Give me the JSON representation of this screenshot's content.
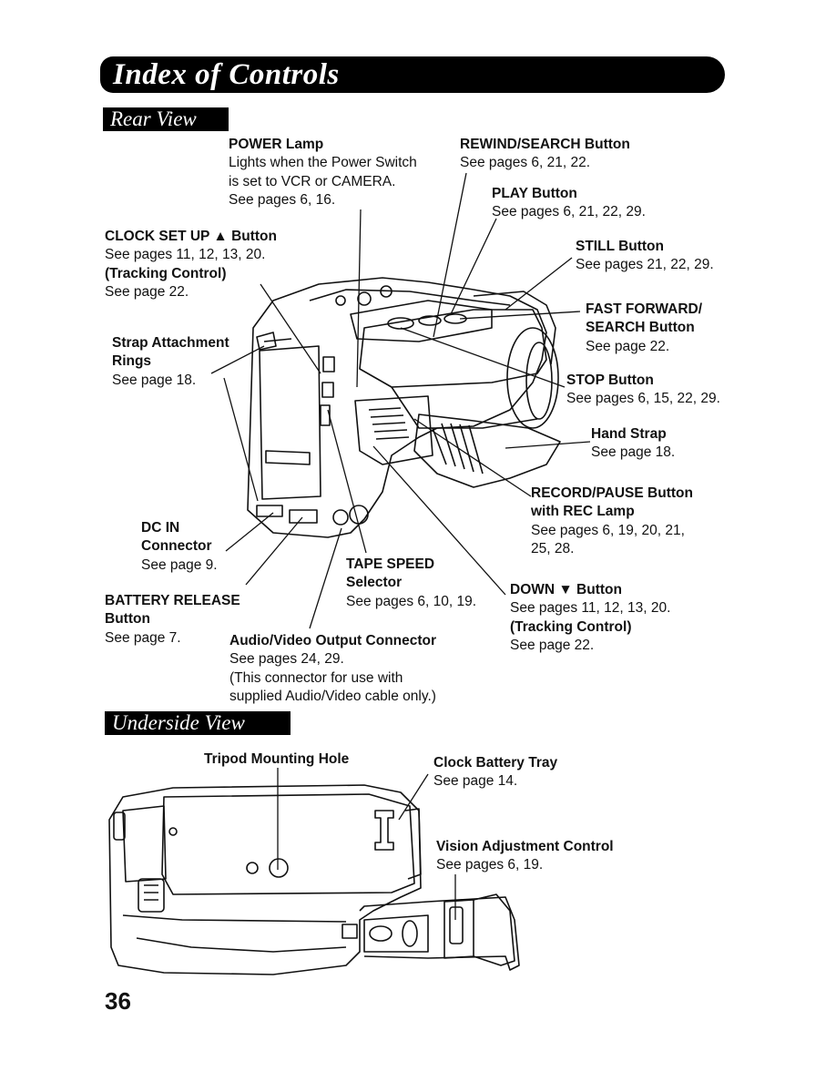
{
  "header": {
    "title": "Index of Controls"
  },
  "sections": {
    "rear": "Rear View",
    "underside": "Underside View"
  },
  "labels": {
    "power_lamp": {
      "title": "POWER Lamp",
      "desc": [
        "Lights when the Power Switch",
        "is set to VCR or CAMERA.",
        "See pages 6, 16."
      ]
    },
    "rewind": {
      "title": "REWIND/SEARCH Button",
      "desc": [
        "See pages 6, 21, 22."
      ]
    },
    "play": {
      "title": "PLAY Button",
      "desc": [
        "See pages 6, 21, 22, 29."
      ]
    },
    "clock_set": {
      "title": "CLOCK SET UP ▲ Button",
      "desc": [
        "See pages 11, 12, 13, 20."
      ],
      "bold2": "(Tracking Control)",
      "desc2": "See page 22."
    },
    "still": {
      "title": "STILL Button",
      "desc": [
        "See pages 21, 22, 29."
      ]
    },
    "ff": {
      "title": [
        "FAST FORWARD/",
        "SEARCH Button"
      ],
      "desc": [
        "See page 22."
      ]
    },
    "strap": {
      "title": [
        "Strap Attachment",
        "Rings"
      ],
      "desc": [
        "See page 18."
      ]
    },
    "stop": {
      "title": "STOP Button",
      "desc": [
        "See pages 6, 15, 22, 29."
      ]
    },
    "hand_strap": {
      "title": "Hand Strap",
      "desc": [
        "See page 18."
      ]
    },
    "record": {
      "title": [
        "RECORD/PAUSE Button",
        "with REC Lamp"
      ],
      "desc": [
        "See pages 6, 19, 20, 21,",
        "25, 28."
      ]
    },
    "dc_in": {
      "title": [
        "DC IN",
        "Connector"
      ],
      "desc": [
        "See page 9."
      ]
    },
    "tape_speed": {
      "title": [
        "TAPE SPEED",
        "Selector"
      ],
      "desc": [
        "See pages 6, 10, 19."
      ]
    },
    "down": {
      "title": "DOWN ▼ Button",
      "desc": [
        "See pages 11, 12, 13, 20."
      ],
      "bold2": "(Tracking Control)",
      "desc2": "See page 22."
    },
    "battery": {
      "title": [
        "BATTERY RELEASE",
        "Button"
      ],
      "desc": [
        "See page 7."
      ]
    },
    "av_out": {
      "title": "Audio/Video Output  Connector",
      "desc": [
        "See pages 24, 29.",
        "(This connector for use with",
        "supplied Audio/Video cable only.)"
      ]
    },
    "tripod": {
      "title": "Tripod Mounting Hole"
    },
    "clock_battery": {
      "title": "Clock Battery Tray",
      "desc": [
        "See page 14."
      ]
    },
    "vision": {
      "title": "Vision Adjustment Control",
      "desc": [
        "See pages 6, 19."
      ]
    }
  },
  "page_number": "36"
}
